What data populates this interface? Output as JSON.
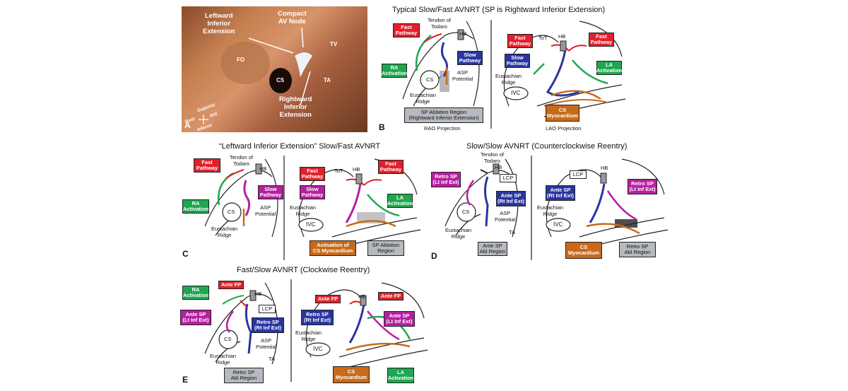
{
  "panelA": {
    "letter": "A",
    "leftward": "Leftward\nInferior\nExtension",
    "compact": "Compact\nAV Node",
    "tv": "TV",
    "fo": "FO",
    "cs": "CS",
    "ta": "TA",
    "rightward": "Rightward\nInferior\nExtension",
    "superior": "Superior",
    "post": "Post",
    "ant": "Ant",
    "inferior": "Inferior"
  },
  "panelB": {
    "letter": "B",
    "title": "Typical Slow/Fast AVNRT (SP is Rightward Inferior Extension)",
    "rao": "RAO Projection",
    "lao": "LAO Projection",
    "fast": "Fast\nPathway",
    "tendon": "Tendon of\nTodaro",
    "hb": "HB",
    "slow": "Slow\nPathway",
    "ra": "RA\nActivation",
    "cs": "CS",
    "asp": "ASP\nPotential",
    "eust": "Eustachian\nRidge",
    "abl": "SP Ablation Region\n(Rightward Inferior Extension)",
    "tot": "ToT",
    "fast2": "Fast\nPathway",
    "fast3": "Fast\nPathway",
    "slow2": "Slow\nPathway",
    "la": "LA\nActivation",
    "eust2": "Eustachian\nRidge",
    "ivc": "IVC",
    "csmyo": "CS\nMyocardium"
  },
  "panelC": {
    "letter": "C",
    "title": "“Leftward Inferior Extension” Slow/Fast AVNRT",
    "fast": "Fast\nPathway",
    "tendon": "Tendon of\nTodaro",
    "hb": "HB",
    "slow": "Slow\nPathway",
    "ra": "RA\nActivation",
    "cs": "CS",
    "asp": "ASP\nPotential",
    "eust": "Eustachian\nRidge",
    "tot": "ToT",
    "fast2": "Fast\nPathway",
    "fast3": "Fast\nPathway",
    "slow2": "Slow\nPathway",
    "la": "LA\nActivation",
    "eust2": "Eustachian\nRidge",
    "ivc": "IVC",
    "actcs": "Activation of\nCS Myocardium",
    "abl": "SP Ablation\nRegion"
  },
  "panelD": {
    "letter": "D",
    "title": "Slow/Slow AVNRT (Counterclockwise Reentry)",
    "retro": "Retro SP\n(Lt Inf Ext)",
    "tendon": "Tendon of\nTodaro",
    "hb": "HB",
    "lcp": "LCP",
    "ante": "Ante SP\n(Rt Inf Ext)",
    "cs": "CS",
    "asp": "ASP\nPotential",
    "eust": "Eustachian\nRidge",
    "ta": "TA",
    "anteabl": "Ante SP\nAbl Region",
    "lcp2": "LCP",
    "hb2": "HB",
    "ante2": "Ante SP\n(Rt Inf Ext)",
    "retro2": "Retro SP\n(Lt Inf Ext)",
    "eust2": "Eustachian\nRidge",
    "ivc": "IVC",
    "csmyo": "CS\nMyocardium",
    "retroabl": "Retro SP\nAbl Region"
  },
  "panelE": {
    "letter": "E",
    "title": "Fast/Slow AVNRT (Clockwise Reentry)",
    "ra": "RA\nActivation",
    "antefp": "Ante FP",
    "hb": "HB",
    "lcp": "LCP",
    "antesp": "Ante SP\n(Lt Inf Ext)",
    "retrosp": "Retro SP\n(Rt Inf Ext)",
    "cs": "CS",
    "asp": "ASP\nPotential",
    "eust": "Eustachian\nRidge",
    "ta": "TA",
    "retroabl": "Retro SP\nAbl Region",
    "antefp2": "Ante FP",
    "hb2": "HB",
    "antefp3": "Ante FP",
    "retrosp2": "Retro SP\n(Rt Inf Ext)",
    "antesp2": "Ante SP\n(Lt Inf Ext)",
    "eust2": "Eustachian\nRidge",
    "ivc": "IVC",
    "csmyo": "CS\nMyocardium",
    "la": "LA\nActivation"
  }
}
